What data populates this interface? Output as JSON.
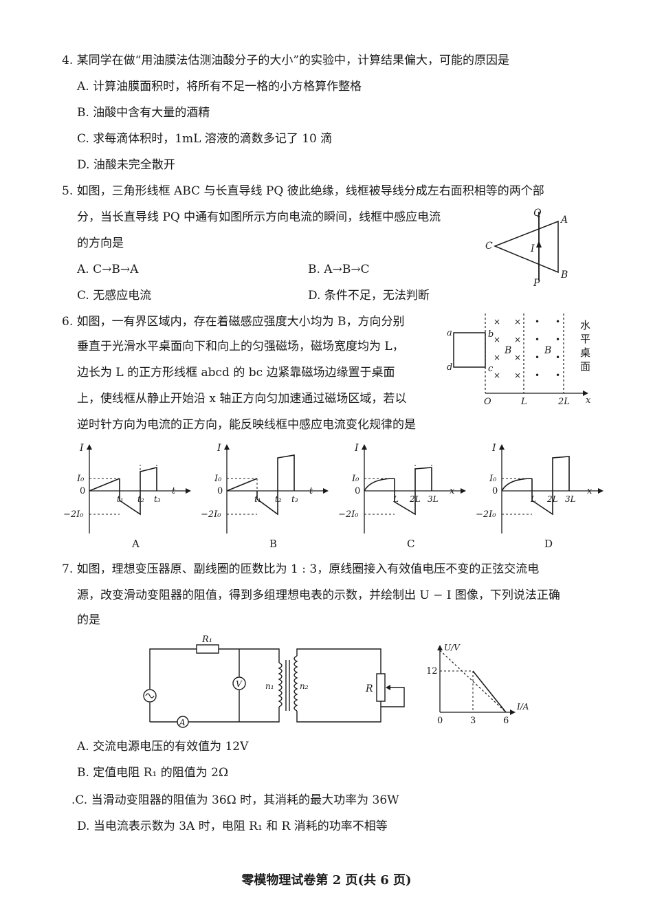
{
  "questions": {
    "q4": {
      "stem": "4. 某同学在做“用油膜法估测油酸分子的大小”的实验中，计算结果偏大，可能的原因是",
      "options": {
        "A": "A. 计算油膜面积时，将所有不足一格的小方格算作整格",
        "B": "B. 油酸中含有大量的酒精",
        "C": "C. 求每滴体积时，1mL 溶液的滴数多记了 10 滴",
        "D": "D. 油酸未完全散开"
      }
    },
    "q5": {
      "stem1": "5. 如图，三角形线框 ABC 与长直导线 PQ 彼此绝缘，线框被导线分成左右面积相等的两个部",
      "stem2": "分，当长直导线 PQ 中通有如图所示方向电流的瞬间，线框中感应电流",
      "stem3": "的方向是",
      "options": {
        "A": "A. C→B→A",
        "B": "B. A→B→C",
        "C": "C. 无感应电流",
        "D": "D. 条件不足，无法判断"
      },
      "figure": {
        "Q": "Q",
        "A": "A",
        "C": "C",
        "I": "I",
        "P": "P",
        "B": "B"
      }
    },
    "q6": {
      "stem1": "6. 如图，一有界区域内，存在着磁感应强度大小均为 B，方向分别",
      "stem2": "垂直于光滑水平桌面向下和向上的匀强磁场，磁场宽度均为 L，",
      "stem3": "边长为 L 的正方形线框 abcd 的 bc 边紧靠磁场边缘置于桌面",
      "stem4": "上，使线框从静止开始沿 x 轴正方向匀加速通过磁场区域，若以",
      "stem5": "逆时针方向为电流的正方向，能反映线框中感应电流变化规律的是",
      "figure": {
        "a": "a",
        "b": "b",
        "c": "c",
        "d": "d",
        "B1": "B",
        "B2": "B",
        "x": "x",
        "O": "O",
        "L": "L",
        "twoL": "2L",
        "table_label": "水平桌面",
        "cross": "×",
        "dot": "•"
      },
      "graphs": {
        "A": {
          "caption": "A",
          "I": "I",
          "I0": "I₀",
          "O": "0",
          "neg": "−2I₀",
          "t1": "t₁",
          "t2": "t₂",
          "t3": "t₃",
          "t": "t"
        },
        "B": {
          "caption": "B",
          "I": "I",
          "I0": "I₀",
          "O": "0",
          "neg": "−2I₀",
          "t1": "t₁",
          "t2": "t₂",
          "t3": "t₃",
          "t": "t"
        },
        "C": {
          "caption": "C",
          "I": "I",
          "I0": "I₀",
          "O": "0",
          "neg": "−2I₀",
          "L": "L",
          "twoL": "2L",
          "threeL": "3L",
          "x": "x"
        },
        "D": {
          "caption": "D",
          "I": "I",
          "I0": "I₀",
          "O": "0",
          "neg": "−2I₀",
          "L": "L",
          "twoL": "2L",
          "threeL": "3L",
          "x": "x"
        }
      }
    },
    "q7": {
      "stem1": "7. 如图，理想变压器原、副线圈的匝数比为 1 : 3，原线圈接入有效值电压不变的正弦交流电",
      "stem2": "源，改变滑动变阻器的阻值，得到多组理想电表的示数，并绘制出 U − I 图像，下列说法正确",
      "stem3": "的是",
      "options": {
        "A": "A. 交流电源电压的有效值为 12V",
        "B": "B. 定值电阻 R₁ 的阻值为 2Ω",
        "C": ".C. 当滑动变阻器的阻值为 36Ω 时，其消耗的最大功率为 36W",
        "D": "D. 当电流表示数为 3A 时，电阻 R₁ 和 R 消耗的功率不相等"
      },
      "circuit": {
        "R1": "R₁",
        "n1": "n₁",
        "n2": "n₂",
        "R": "R",
        "V": "V",
        "A": "A"
      },
      "ui_graph": {
        "ylabel": "U/V",
        "xlabel": "I/A",
        "y12": "12",
        "x0": "0",
        "x3": "3",
        "x6": "6"
      }
    }
  },
  "footer": "零模物理试卷第 2 页(共 6 页)"
}
